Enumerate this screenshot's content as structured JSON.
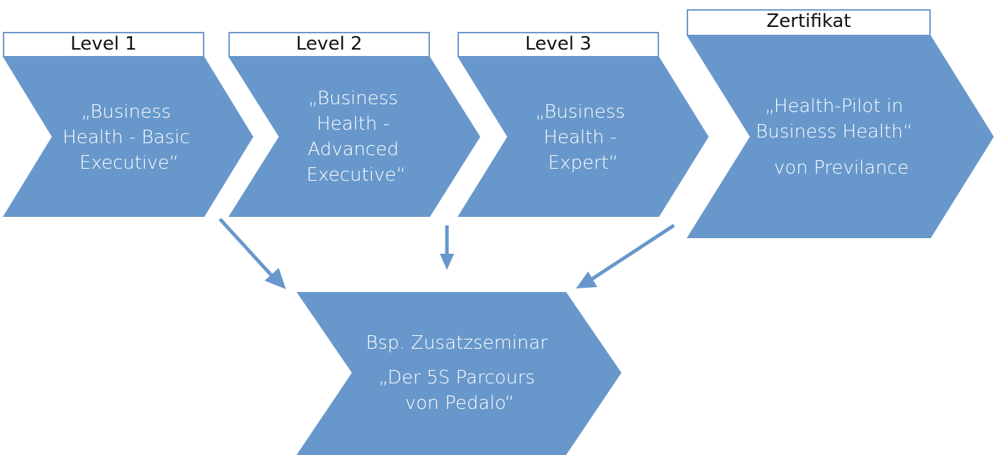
{
  "levels": [
    {
      "label": "Level 1",
      "lines": [
        "„Business",
        "Health - Basic",
        "Executive“"
      ]
    },
    {
      "label": "Level 2",
      "lines": [
        "„Business",
        "Health -",
        "Advanced",
        "Executive“"
      ]
    },
    {
      "label": "Level 3",
      "lines": [
        "„Business",
        "Health -",
        "Expert“"
      ]
    },
    {
      "label": "Zertifikat",
      "lines": [
        "„Health-Pilot in",
        "Business Health“",
        "von Previlance"
      ]
    }
  ],
  "seminar": {
    "lines": [
      "Bsp. Zusatzseminar",
      "„Der 5S Parcours",
      "von Pedalo“"
    ]
  },
  "colors": {
    "chevron": "#6898cb",
    "box_border": "#6a97cb"
  }
}
